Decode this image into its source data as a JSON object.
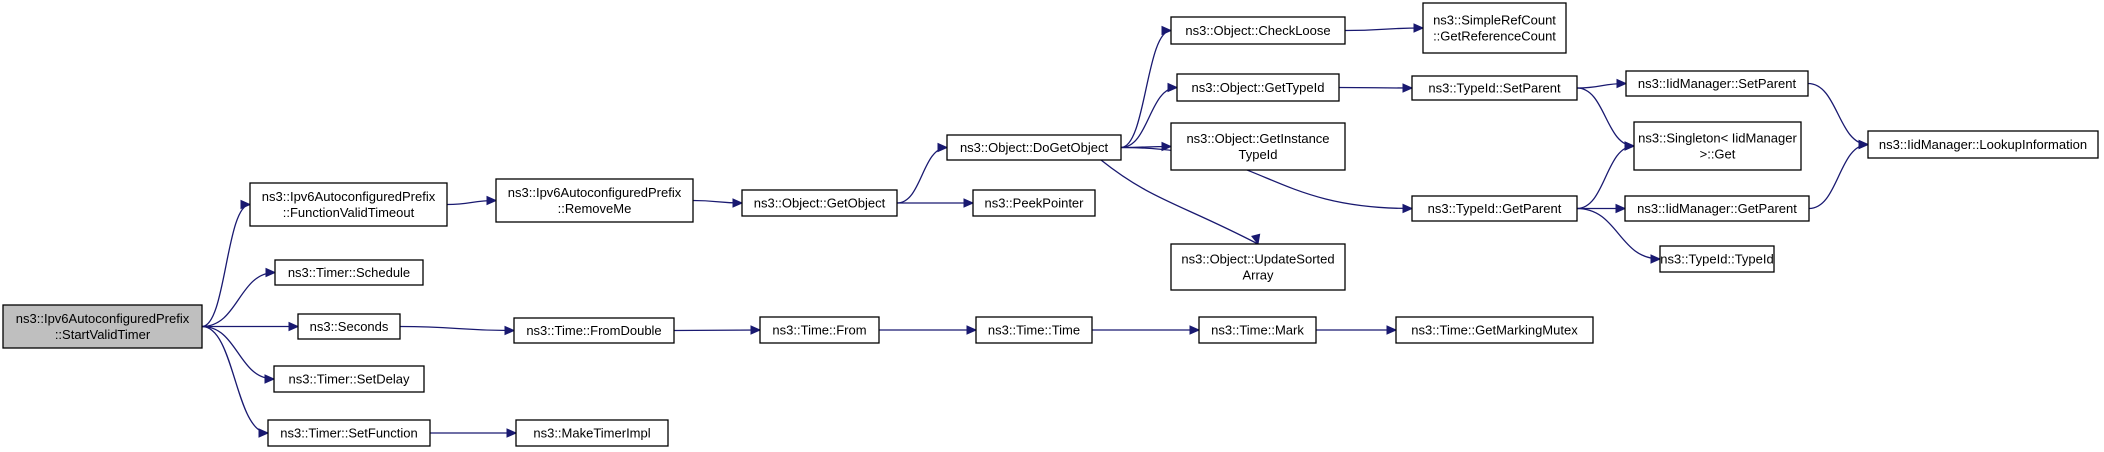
{
  "nodes": {
    "startValidTimer": [
      "ns3::Ipv6AutoconfiguredPrefix",
      "::StartValidTimer"
    ],
    "functionValidTimeout": [
      "ns3::Ipv6AutoconfiguredPrefix",
      "::FunctionValidTimeout"
    ],
    "timerSchedule": [
      "ns3::Timer::Schedule"
    ],
    "seconds": [
      "ns3::Seconds"
    ],
    "timerSetDelay": [
      "ns3::Timer::SetDelay"
    ],
    "timerSetFunction": [
      "ns3::Timer::SetFunction"
    ],
    "removeMe": [
      "ns3::Ipv6AutoconfiguredPrefix",
      "::RemoveMe"
    ],
    "timeFromDouble": [
      "ns3::Time::FromDouble"
    ],
    "makeTimerImpl": [
      "ns3::MakeTimerImpl"
    ],
    "objectGetObject": [
      "ns3::Object::GetObject"
    ],
    "timeFrom": [
      "ns3::Time::From"
    ],
    "objectDoGetObject": [
      "ns3::Object::DoGetObject"
    ],
    "peekPointer": [
      "ns3::PeekPointer"
    ],
    "timeTime": [
      "ns3::Time::Time"
    ],
    "objectCheckLoose": [
      "ns3::Object::CheckLoose"
    ],
    "objectGetTypeId": [
      "ns3::Object::GetTypeId"
    ],
    "objectGetInstanceTypeId": [
      "ns3::Object::GetInstance",
      "TypeId"
    ],
    "objectUpdateSortedArray": [
      "ns3::Object::UpdateSorted",
      "Array"
    ],
    "timeMark": [
      "ns3::Time::Mark"
    ],
    "simpleRefCount": [
      "ns3::SimpleRefCount",
      "::GetReferenceCount"
    ],
    "typeIdSetParent": [
      "ns3::TypeId::SetParent"
    ],
    "typeIdGetParent": [
      "ns3::TypeId::GetParent"
    ],
    "timeGetMarkingMutex": [
      "ns3::Time::GetMarkingMutex"
    ],
    "iidManagerSetParent": [
      "ns3::IidManager::SetParent"
    ],
    "singletonGet": [
      "ns3::Singleton< IidManager",
      " >::Get"
    ],
    "iidManagerGetParent": [
      "ns3::IidManager::GetParent"
    ],
    "typeIdTypeId": [
      "ns3::TypeId::TypeId"
    ],
    "iidManagerLookupInformation": [
      "ns3::IidManager::LookupInformation"
    ]
  },
  "edges": [
    [
      "startValidTimer",
      "functionValidTimeout"
    ],
    [
      "startValidTimer",
      "timerSchedule"
    ],
    [
      "startValidTimer",
      "seconds"
    ],
    [
      "startValidTimer",
      "timerSetDelay"
    ],
    [
      "startValidTimer",
      "timerSetFunction"
    ],
    [
      "functionValidTimeout",
      "removeMe"
    ],
    [
      "removeMe",
      "objectGetObject"
    ],
    [
      "objectGetObject",
      "objectDoGetObject"
    ],
    [
      "objectGetObject",
      "peekPointer"
    ],
    [
      "objectDoGetObject",
      "objectCheckLoose"
    ],
    [
      "objectDoGetObject",
      "objectGetTypeId"
    ],
    [
      "objectDoGetObject",
      "objectGetInstanceTypeId"
    ],
    [
      "objectDoGetObject",
      "objectUpdateSortedArray"
    ],
    [
      "objectDoGetObject",
      "typeIdGetParent"
    ],
    [
      "objectCheckLoose",
      "simpleRefCount"
    ],
    [
      "objectGetTypeId",
      "typeIdSetParent"
    ],
    [
      "typeIdSetParent",
      "iidManagerSetParent"
    ],
    [
      "typeIdSetParent",
      "singletonGet"
    ],
    [
      "iidManagerSetParent",
      "iidManagerLookupInformation"
    ],
    [
      "typeIdGetParent",
      "singletonGet"
    ],
    [
      "typeIdGetParent",
      "iidManagerGetParent"
    ],
    [
      "typeIdGetParent",
      "typeIdTypeId"
    ],
    [
      "iidManagerGetParent",
      "iidManagerLookupInformation"
    ],
    [
      "seconds",
      "timeFromDouble"
    ],
    [
      "timeFromDouble",
      "timeFrom"
    ],
    [
      "timeFrom",
      "timeTime"
    ],
    [
      "timeTime",
      "timeMark"
    ],
    [
      "timeMark",
      "timeGetMarkingMutex"
    ],
    [
      "timerSetFunction",
      "makeTimerImpl"
    ]
  ],
  "colors": {
    "edge": "#191970",
    "root_fill": "#bfbfbf",
    "node_fill": "#ffffff",
    "node_stroke": "#000000"
  }
}
